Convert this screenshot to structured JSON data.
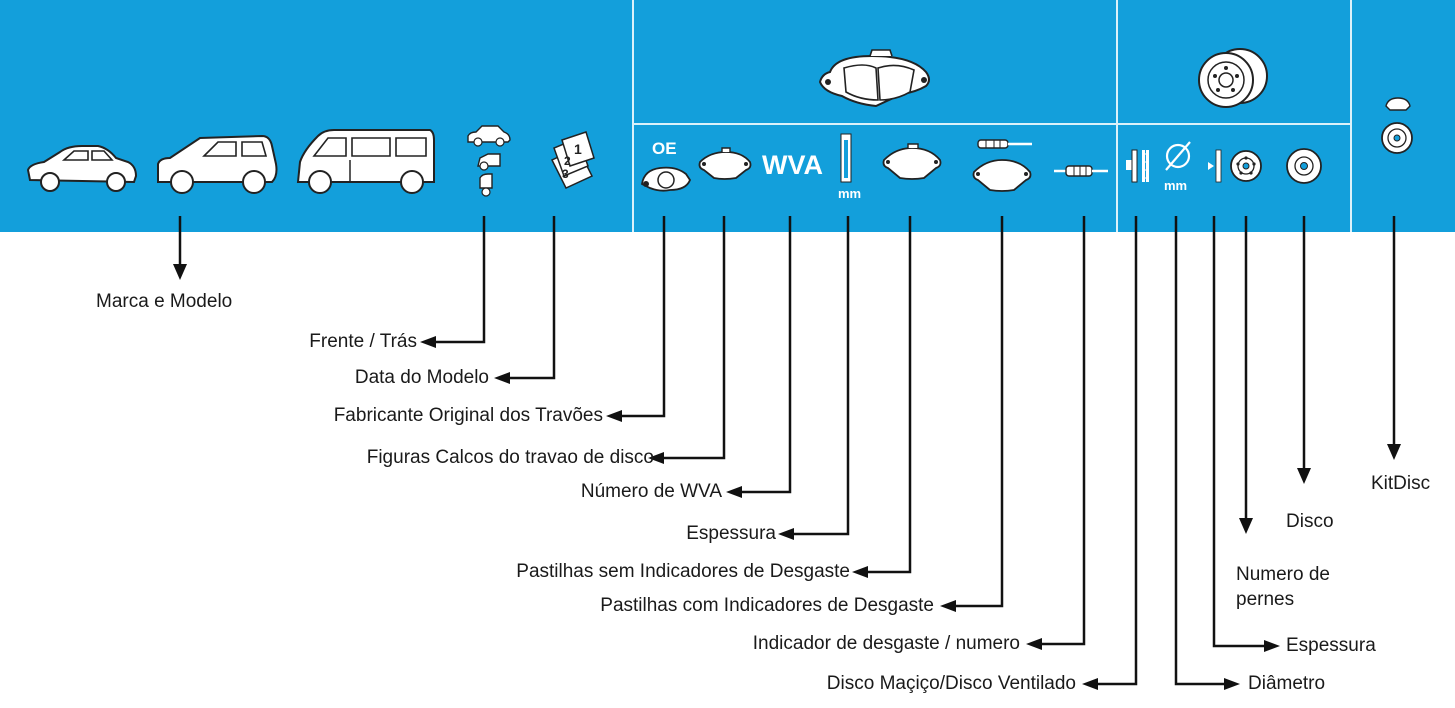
{
  "colors": {
    "banner": "#139fdb",
    "line": "#111111",
    "text": "#1a1a1a",
    "icon": "#ffffff"
  },
  "icons": {
    "car_sedan": "sedan-car-icon",
    "car_suv": "suv-car-icon",
    "car_van": "van-icon",
    "front_rear": "front-rear-icon",
    "calendar": "calendar-pages-icon",
    "pads_header": "brake-pads-icon",
    "discs_header": "brake-discs-icon",
    "kit_header": "kitdisc-icon",
    "oe_caliper": "oe-caliper-icon",
    "pad_shape": "pad-shape-icon",
    "wva": "wva-text-icon",
    "thickness_bar": "thickness-mm-icon",
    "pad_no_indicator": "pad-without-indicator-icon",
    "pad_with_indicator": "pad-with-indicator-icon",
    "wear_sensor": "wear-sensor-icon",
    "solid_vented": "solid-vented-disc-icon",
    "diameter": "diameter-mm-icon",
    "disc_thickness": "disc-thickness-icon",
    "disc_bolts": "disc-bolt-holes-icon",
    "disc": "disc-icon"
  },
  "icon_text": {
    "oe": "OE",
    "wva": "WVA",
    "mm_a": "mm",
    "mm_b": "mm",
    "cal1": "1",
    "cal2": "2",
    "cal3": "3"
  },
  "labels": {
    "marca_modelo": "Marca e Modelo",
    "frente_tras": "Frente / Trás",
    "data_modelo": "Data do Modelo",
    "fabricante": "Fabricante Original dos Travões",
    "figuras": "Figuras Calcos do travao de disco",
    "numero_wva": "Número de WVA",
    "espessura_pad": "Espessura",
    "sem_indicadores": "Pastilhas sem Indicadores de Desgaste",
    "com_indicadores": "Pastilhas com Indicadores de Desgaste",
    "indicador_numero": "Indicador de desgaste / numero",
    "macico_ventilado": "Disco Maçiço/Disco Ventilado",
    "diametro": "Diâmetro",
    "espessura_disc": "Espessura",
    "numero_pernes": "Numero de\npernes",
    "disco": "Disco",
    "kitdisc": "KitDisc"
  }
}
